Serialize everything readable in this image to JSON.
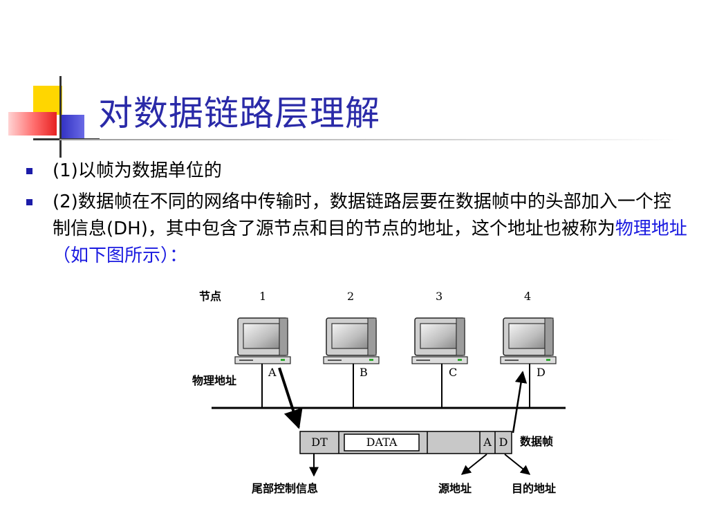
{
  "slide": {
    "title": "对数据链路层理解",
    "bullets": [
      {
        "text": "(1)以帧为数据单位的"
      },
      {
        "text": "(2)数据帧在不同的网络中传输时，数据链路层要在数据帧中的头部加入一个控制信息(DH)，其中包含了源节点和目的节点的地址，这个地址也被称为",
        "highlight": "物理地址（如下图所示）："
      }
    ]
  },
  "diagram": {
    "node_label": "节点",
    "node_numbers": [
      "1",
      "2",
      "3",
      "4"
    ],
    "physical_address_label": "物理地址",
    "node_addresses": [
      "A",
      "B",
      "C",
      "D"
    ],
    "frame_fields": {
      "trailer": "DT",
      "data": "DATA",
      "src": "A",
      "dst": "D"
    },
    "frame_label": "数据帧",
    "trailer_label": "尾部控制信息",
    "src_label": "源地址",
    "dst_label": "目的地址"
  },
  "colors": {
    "title": "#2a2aa8",
    "highlight": "#1a1ae0",
    "bullet": "#1c1ca8"
  }
}
